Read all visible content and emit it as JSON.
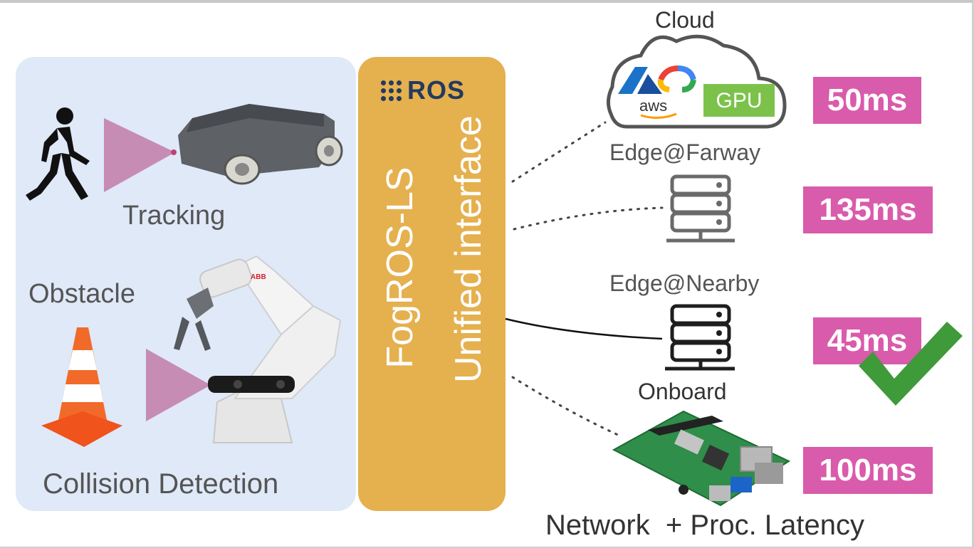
{
  "left": {
    "tracking_label": "Tracking",
    "obstacle_label": "Obstacle",
    "collision_label": "Collision Detection",
    "robot_brand": "ABB"
  },
  "center": {
    "ros_logo_text": "ROS",
    "title": "FogROS-LS",
    "subtitle": "Unified interface"
  },
  "right": {
    "cloud_label": "Cloud",
    "cloud_badge_gpu": "GPU",
    "cloud_badge_aws": "aws",
    "edge_farway_label": "Edge@Farway",
    "edge_nearby_label": "Edge@Nearby",
    "onboard_label": "Onboard",
    "footer_label": "Network  + Proc. Latency"
  },
  "latencies": [
    {
      "target": "Cloud",
      "value": "50ms",
      "selected": false
    },
    {
      "target": "Edge@Farway",
      "value": "135ms",
      "selected": false
    },
    {
      "target": "Edge@Nearby",
      "value": "45ms",
      "selected": true
    },
    {
      "target": "Onboard",
      "value": "100ms",
      "selected": false
    }
  ],
  "colors": {
    "left_panel": "#dfe9f8",
    "ros_panel": "#e5b04e",
    "badge": "#d95bab",
    "check": "#3f9a3a",
    "gpu": "#7cc24a",
    "sensor_cone": "#c78cb4"
  }
}
